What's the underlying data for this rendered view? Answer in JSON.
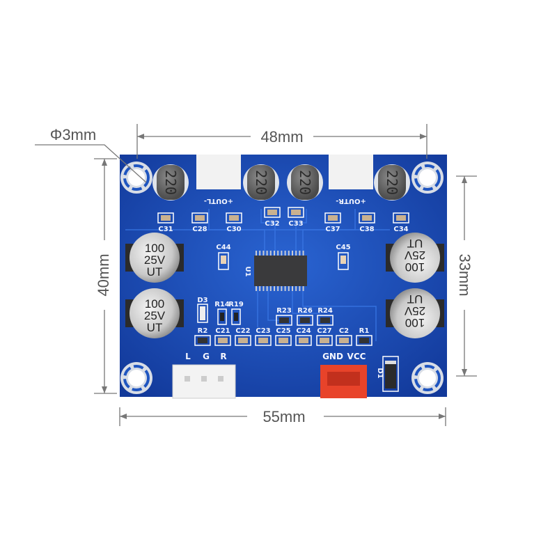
{
  "dimensions": {
    "hole_diameter": "Φ3mm",
    "hole_spacing_width": "48mm",
    "board_height": "40mm",
    "hole_spacing_height": "33mm",
    "board_width": "55mm"
  },
  "board": {
    "inductor_marking": "220",
    "capacitor_marking": [
      "100",
      "25V",
      "UT"
    ],
    "output_labels": {
      "left": "+OUTL-",
      "right": "+OUTR-"
    },
    "ic_label": "U1",
    "smd_labels_top": [
      "C31",
      "C28",
      "C30",
      "C32",
      "C33",
      "C37",
      "C38",
      "C34"
    ],
    "smd_labels_mid": [
      "C44",
      "C45"
    ],
    "smd_labels_resistors": [
      "D3",
      "R14",
      "R19",
      "R23",
      "R26",
      "R24"
    ],
    "smd_labels_bottom": [
      "R2",
      "C21",
      "C22",
      "C23",
      "C25",
      "C24",
      "C27",
      "C2",
      "R1"
    ],
    "input_labels": [
      "L",
      "G",
      "R"
    ],
    "power_labels": [
      "GND",
      "VCC"
    ],
    "diode_label": "D1"
  },
  "colors": {
    "pcb": "#1f55c0",
    "pcb_dark": "#123a96",
    "silkscreen": "#f4f6ff",
    "power_connector": "#e8432a"
  }
}
